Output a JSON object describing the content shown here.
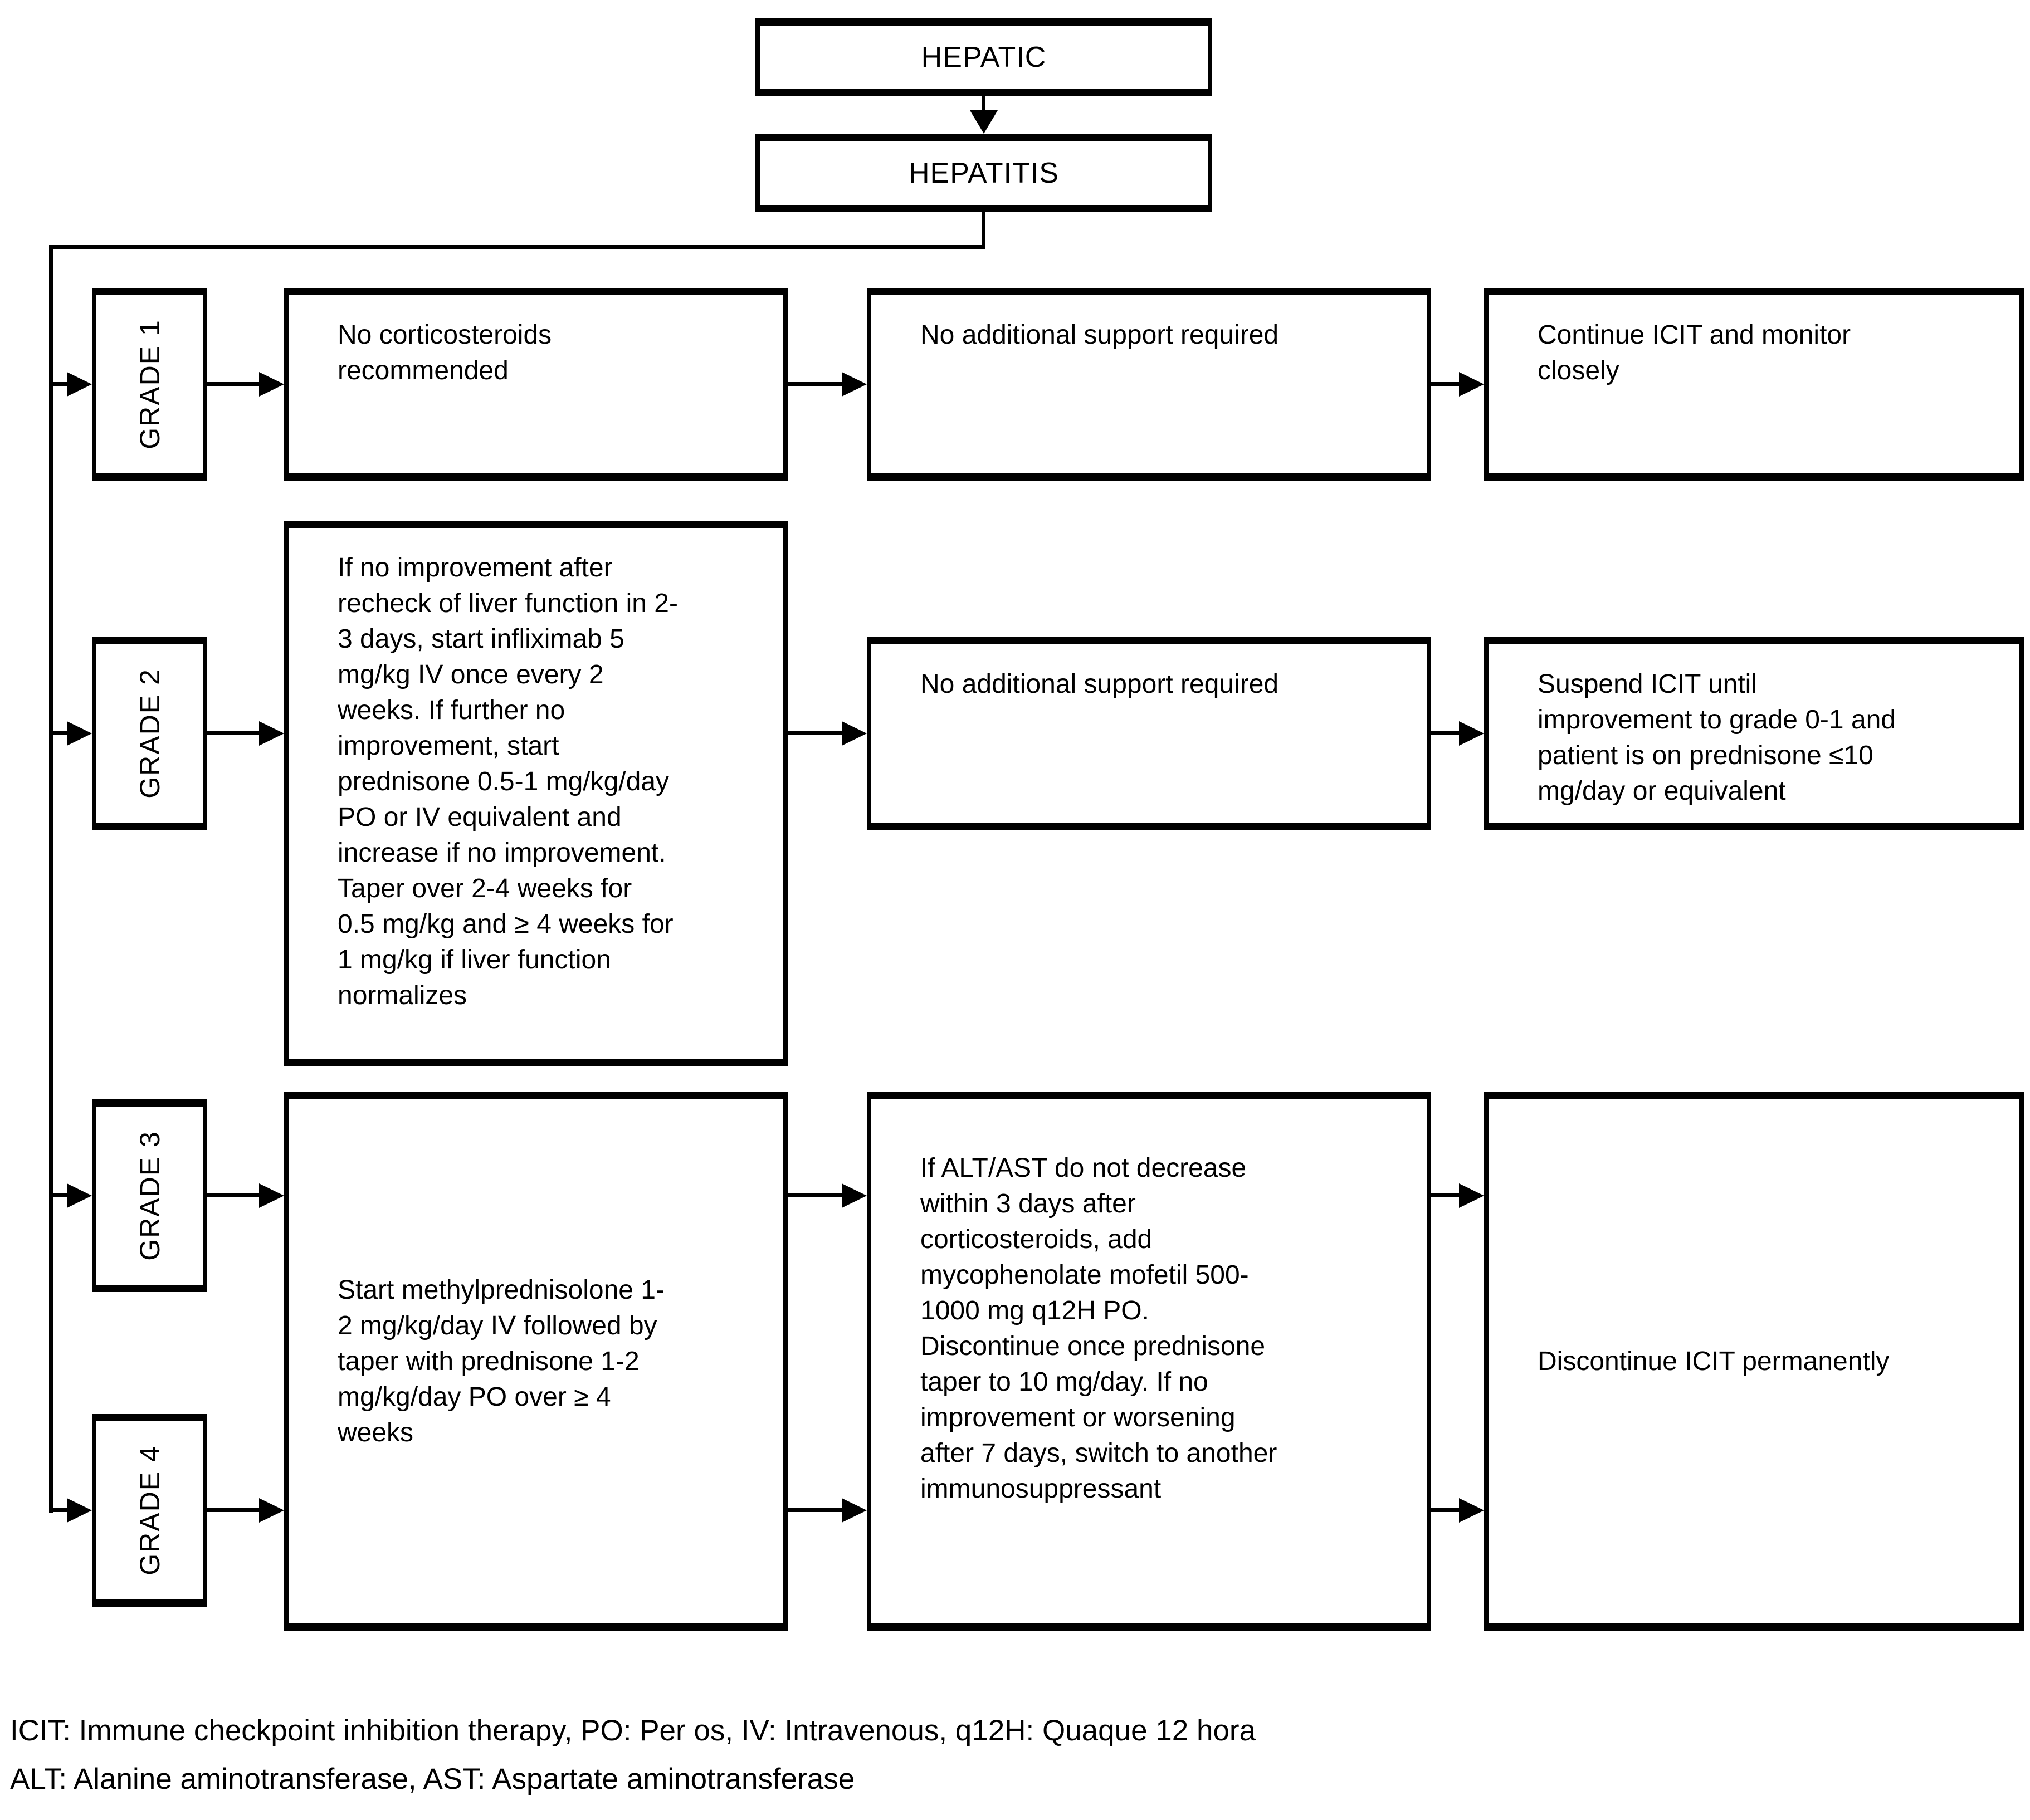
{
  "page": {
    "background": "#ffffff",
    "line_color": "#000000",
    "text_color": "#000000"
  },
  "header": {
    "category": "HEPATIC",
    "condition": "HEPATITIS"
  },
  "grades": {
    "grade1": {
      "label": "GRADE 1",
      "treatment": "No corticosteroids\nrecommended",
      "support": "No additional support required",
      "outcome": "Continue ICIT and monitor\nclosely"
    },
    "grade2": {
      "label": "GRADE 2",
      "treatment": "If no improvement after\nrecheck of liver function in 2-\n3 days, start infliximab 5\nmg/kg IV once every 2\nweeks. If further no\nimprovement, start\nprednisone 0.5-1 mg/kg/day\nPO or IV equivalent and\nincrease if no improvement.\nTaper over 2-4 weeks for\n0.5 mg/kg and ≥ 4 weeks for\n1 mg/kg if liver function\nnormalizes",
      "support": "No additional support required",
      "outcome": "Suspend ICIT until\nimprovement to grade 0-1 and\npatient is on prednisone ≤10\nmg/day or equivalent"
    },
    "grade3": {
      "label": "GRADE 3"
    },
    "grade4": {
      "label": "GRADE 4"
    },
    "grade3_4_shared": {
      "treatment": "Start methylprednisolone 1-\n2 mg/kg/day IV followed by\ntaper with prednisone 1-2\nmg/kg/day PO over ≥ 4\nweeks",
      "support": "If ALT/AST do not decrease\nwithin 3 days after\ncorticosteroids, add\nmycophenolate mofetil 500-\n1000 mg q12H PO.\nDiscontinue once prednisone\ntaper to 10 mg/day. If no\nimprovement or worsening\nafter 7 days, switch to another\nimmunosuppressant",
      "outcome": "Discontinue ICIT permanently"
    }
  },
  "footnotes": {
    "line1": "ICIT: Immune checkpoint inhibition therapy, PO: Per os, IV: Intravenous, q12H: Quaque 12 hora",
    "line2": "ALT: Alanine aminotransferase, AST: Aspartate aminotransferase"
  }
}
